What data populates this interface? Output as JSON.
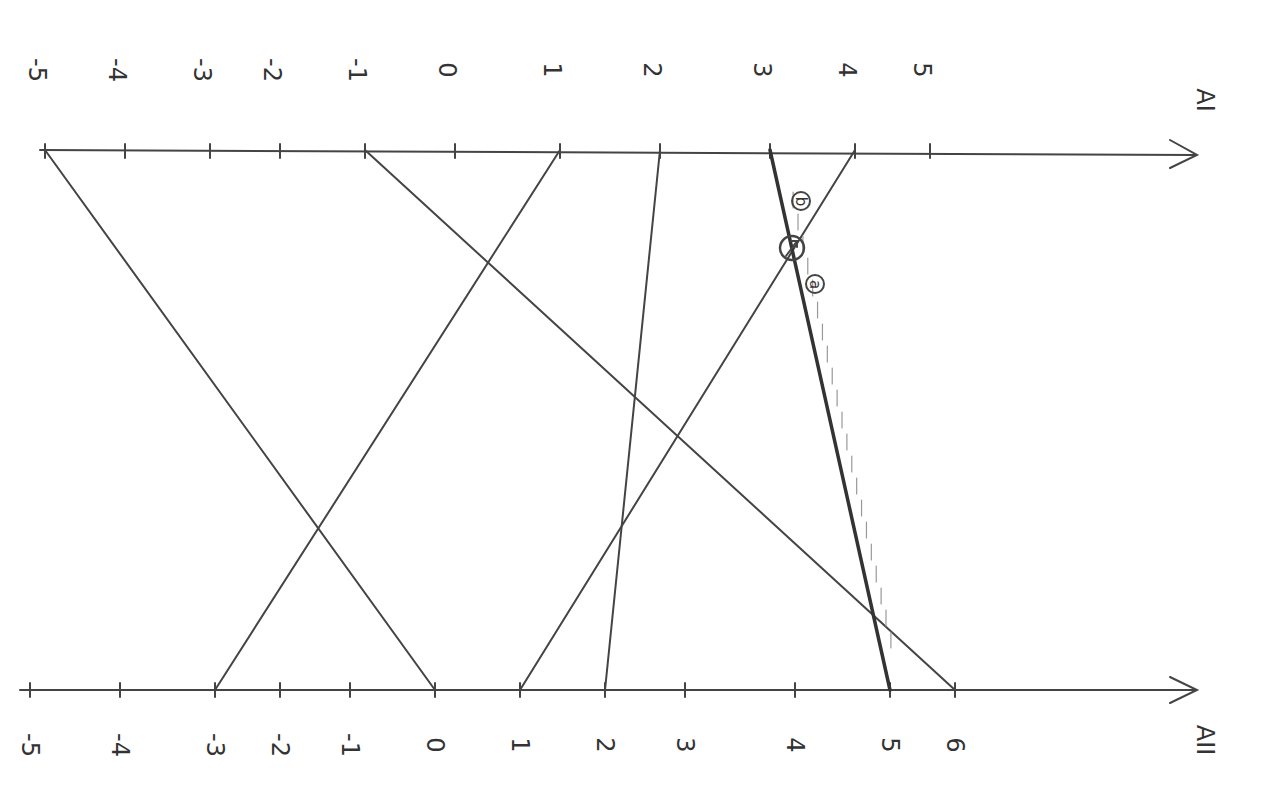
{
  "diagram": {
    "labels": [
      "AI",
      "AII",
      "5",
      "4",
      "3",
      "2",
      "1",
      "0",
      "-1",
      "-2",
      "-3",
      "-4",
      "-5",
      "6",
      "5",
      "4",
      "3",
      "2",
      "1",
      "0",
      "-1",
      "-2",
      "-3",
      "-4",
      "-5",
      "b",
      "a"
    ]
  }
}
